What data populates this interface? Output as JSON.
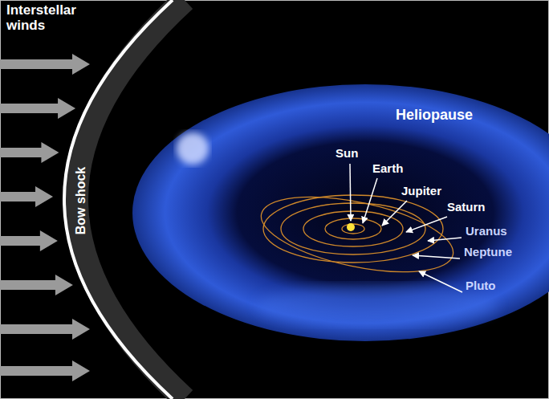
{
  "diagram": {
    "labels": [
      "Interstellar winds",
      "Bow shock",
      "Heliopause",
      "Sun",
      "Earth",
      "Jupiter",
      "Saturn",
      "Uranus",
      "Neptune",
      "Pluto"
    ]
  }
}
